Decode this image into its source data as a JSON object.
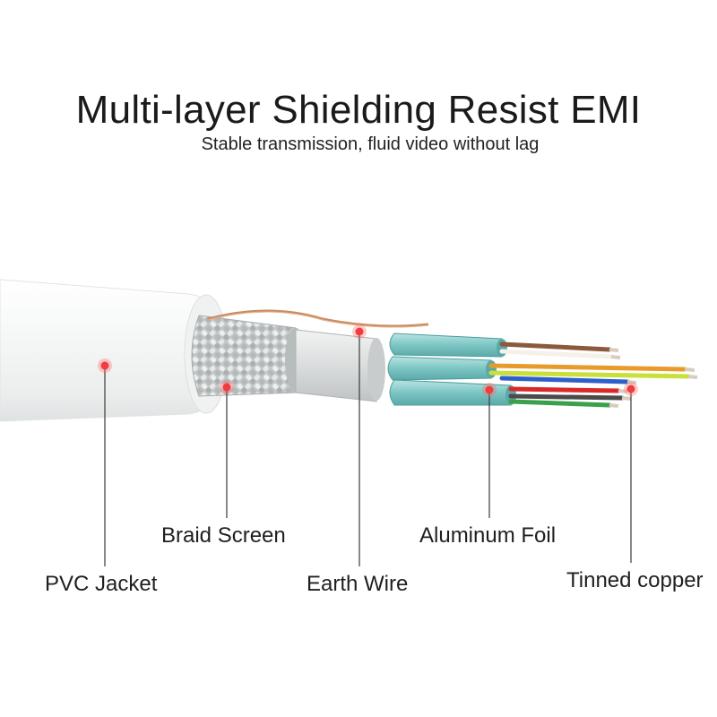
{
  "header": {
    "title": "Multi-layer Shielding Resist EMI",
    "subtitle": "Stable transmission, fluid video without lag"
  },
  "labels": {
    "pvc_jacket": "PVC Jacket",
    "braid_screen": "Braid Screen",
    "earth_wire": "Earth Wire",
    "aluminum_foil": "Aluminum Foil",
    "tinned_copper": "Tinned copper"
  },
  "colors": {
    "marker": "#e8262a",
    "jacket": "#f4f5f5",
    "braid": "#c9cccd",
    "foil": "#7fc8c8",
    "copper": "#c07a4e",
    "tin": "#d9d2c8"
  }
}
